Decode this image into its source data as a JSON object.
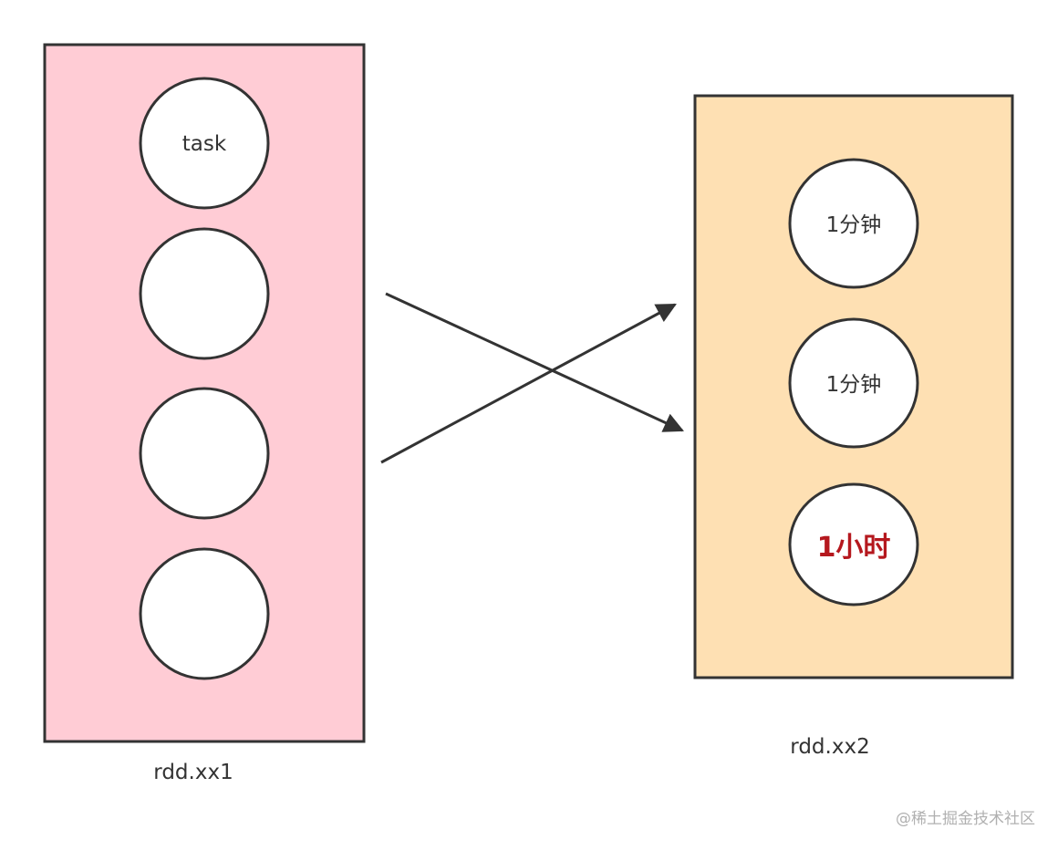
{
  "colors": {
    "left_fill": "#ffccd5",
    "right_fill": "#fee0b3",
    "stroke": "#333333",
    "highlight_text": "#b5181e",
    "watermark": "#b0b0b0"
  },
  "left_group": {
    "label": "rdd.xx1",
    "tasks": [
      "task",
      "",
      "",
      ""
    ]
  },
  "right_group": {
    "label": "rdd.xx2",
    "tasks": [
      "1分钟",
      "1分钟",
      "1小时"
    ]
  },
  "watermark": "@稀土掘金技术社区"
}
